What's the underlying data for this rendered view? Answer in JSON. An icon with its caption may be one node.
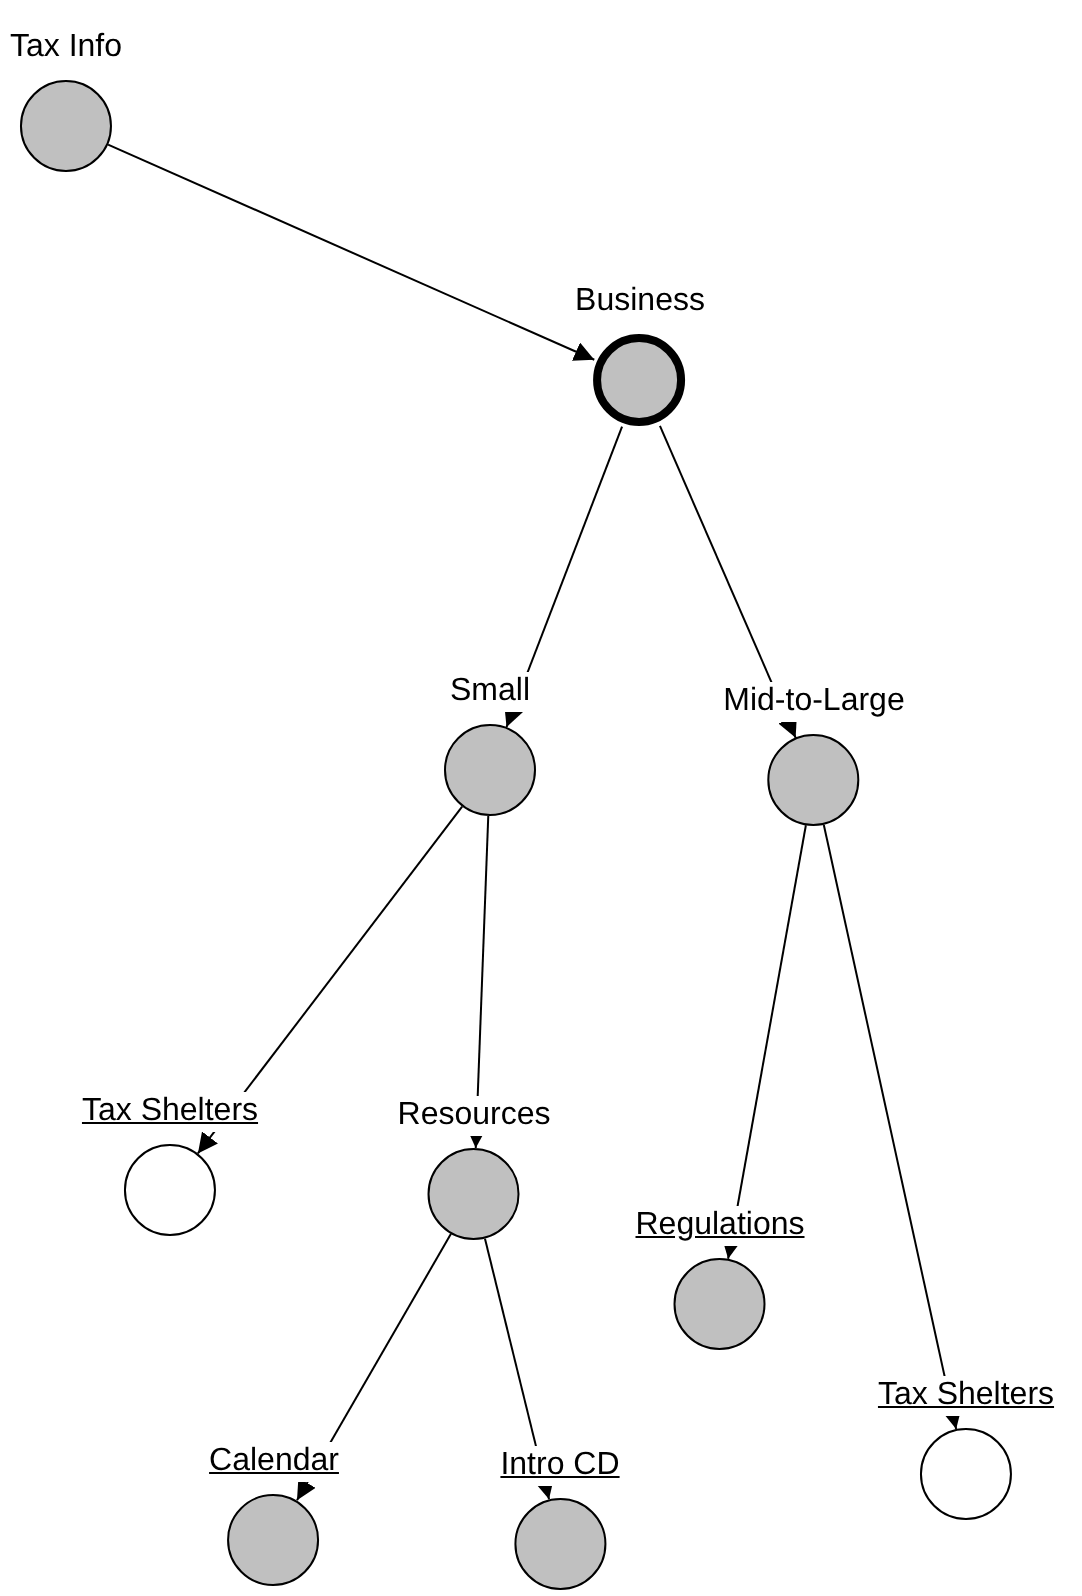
{
  "diagram": {
    "nodes": [
      {
        "text": [
          "Tax Info"
        ]
      },
      {
        "text": [
          "Business"
        ]
      },
      {
        "text": [
          "Small"
        ]
      },
      {
        "text": [
          "Mid-to-Large"
        ]
      },
      {
        "text": [
          "Tax Shelters"
        ]
      },
      {
        "text": [
          "Resources"
        ]
      },
      {
        "text": [
          "Regulations"
        ]
      },
      {
        "text": [
          "Tax Shelters"
        ]
      },
      {
        "text": [
          "Calendar"
        ]
      },
      {
        "text": [
          "Intro CD"
        ]
      }
    ],
    "edges": [
      {
        "from": 0,
        "to": 1,
        "arrow": "to"
      },
      {
        "from": 1,
        "to": 2,
        "arrow": "to"
      },
      {
        "from": 1,
        "to": 3,
        "arrow": "to"
      },
      {
        "from": 2,
        "to": 4,
        "arrow": "to"
      },
      {
        "from": 2,
        "to": 5,
        "arrow": "to"
      },
      {
        "from": 3,
        "to": 6,
        "arrow": "to"
      },
      {
        "from": 3,
        "to": 7,
        "arrow": "to"
      },
      {
        "from": 5,
        "to": 8,
        "arrow": "to"
      },
      {
        "from": 5,
        "to": 9,
        "arrow": "to"
      }
    ]
  }
}
